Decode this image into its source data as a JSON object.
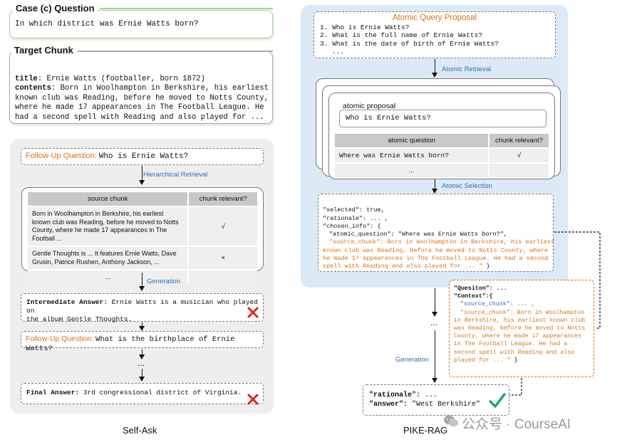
{
  "case": {
    "title": "Case (c) Question",
    "question": "In which district was Ernie Watts born?"
  },
  "target": {
    "title": "Target Chunk",
    "title_key": "title",
    "title_val": ": Ernie Watts (footballer, born 1872)",
    "contents_key": "contents",
    "contents_line1": ": Born in Woolhampton in Berkshire, his earliest",
    "contents_line2": "known club was Reading, before he moved to Notts County,",
    "contents_line3": "where he made 17 appearances in The Football League. He",
    "contents_line4": "had a second spell with Reading and also played for ..."
  },
  "selfask": {
    "label": "Self-Ask",
    "followup1_label": "Follow-Up Question:",
    "followup1_text": "Who is Ernie Watts?",
    "retrieval_label": "Hierarchical Retrieval",
    "table_headers": [
      "source chunk",
      "chunk relevant?"
    ],
    "table_rows": [
      {
        "chunk": "Born in Woolhampton in Berkshire, his earliest known club was Reading, before he moved to Notts County, where he made 17 appearances in The Football ...",
        "rel": "√"
      },
      {
        "chunk": "Gentle Thoughts is ... It features Ernie Watts, Dave Grusin, Patrice Rushen, Anthony Jackson, ...",
        "rel": "×"
      },
      {
        "chunk": "...",
        "rel": ""
      }
    ],
    "generation_label": "Generation",
    "intermediate_key": "Intermediate Answer:",
    "intermediate_text": "Ernie Watts is a musician who played on",
    "intermediate_text2": "the album Gentle Thoughts.",
    "followup2_label": "Follow-Up Question:",
    "followup2_text": "What is the birthplace of Ernie Watts?",
    "dots": "...",
    "final_key": "Final Answer:",
    "final_text": "3rd congressional district of Virginia."
  },
  "pike": {
    "label": "PIKE-RAG",
    "proposal_title": "Atomic Query Proposal",
    "proposals": [
      "1. Who is Ernie Watts?",
      "2. What is the full name of Ernie Watts?",
      "3. What is the date of birth of Ernie Watts?",
      "   ..."
    ],
    "atomic_retrieval_label": "Atomic Retrieval",
    "atomic_proposal_label": "atomic proposal",
    "atomic_proposal_text": "Who is Ernie Watts?",
    "atomic_headers": [
      "atomic question",
      "chunk relevant?"
    ],
    "atomic_rows": [
      {
        "q": "Where was Ernie Watts born?",
        "rel": "√"
      },
      {
        "q": "...",
        "rel": ""
      }
    ],
    "atomic_selection_label": "Atomic Selection",
    "json_selected": "\"selected\": true,",
    "json_rationale": "\"rationale\": ... ,",
    "json_chosen": "\"chosen_info\": {",
    "json_aq": "\"atomic_question\": \"Where was Ernie Watts born?\",",
    "json_sc_key": "\"source_chunk\":",
    "json_sc_val1": "Born in Woolhampton in Berkshire, his earliest",
    "json_sc_val2": "known club was Reading, before he moved to Notts County, where",
    "json_sc_val3": "he made 17 appearances in The Football League. He had a second",
    "json_sc_val4": "spell with Reading and also played for ... \"",
    "json_close": "}",
    "ctx_question": "\"Quesiton\": ...",
    "ctx_context": "\"Context\":{",
    "ctx_sc1_key": "\"source_chunk\":",
    "ctx_sc1_val": "... ,",
    "ctx_sc2_key": "\"source_chunk\":",
    "ctx_sc2_val": [
      "Born in Woolhampton",
      "in Berkshire, his earliest known club",
      "was Reading, before he moved to Notts",
      "County, where he made 17 appearances",
      "in The Football League. He had a",
      "second spell with Reading and also",
      "played for ... \""
    ],
    "ctx_close": "}",
    "vdots": "...",
    "generation_label": "Generation",
    "ans_rationale_key": "\"rationale\":",
    "ans_rationale_val": "...",
    "ans_answer_key": "\"answer\":",
    "ans_answer_val": "\"West Berkshire\""
  },
  "watermark": "公众号 · CourseAI",
  "colors": {
    "orange": "#d9731a",
    "blue": "#2e6fb5",
    "panel": "#eeeeee",
    "pike_panel": "#dce9f6",
    "green_border": "#8fcf7a",
    "cross": "#e0221b",
    "check": "#18a878"
  }
}
